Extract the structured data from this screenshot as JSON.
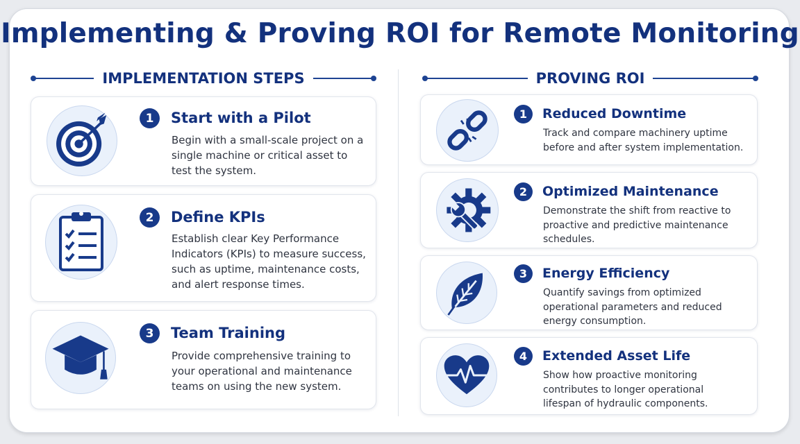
{
  "title": "Implementing & Proving ROI for Remote Monitoring",
  "implementation": {
    "heading": "IMPLEMENTATION STEPS",
    "steps": [
      {
        "number": "1",
        "title": "Start with a Pilot",
        "text": "Begin with a small-scale project on a single machine or critical asset to test the system.",
        "icon": "target-icon"
      },
      {
        "number": "2",
        "title": "Define KPIs",
        "text": "Establish clear Key Performance Indicators (KPIs) to measure success, such as uptime, maintenance costs, and alert response times.",
        "icon": "clipboard-checklist-icon"
      },
      {
        "number": "3",
        "title": "Team Training",
        "text": "Provide comprehensive training to your operational and maintenance teams on using the new system.",
        "icon": "graduation-cap-icon"
      }
    ]
  },
  "roi": {
    "heading": "PROVING ROI",
    "items": [
      {
        "number": "1",
        "title": "Reduced Downtime",
        "text": "Track and compare machinery uptime before and after system implementation.",
        "icon": "broken-chain-icon"
      },
      {
        "number": "2",
        "title": "Optimized Maintenance",
        "text": "Demonstrate the shift from reactive to proactive and predictive maintenance schedules.",
        "icon": "gear-wrench-icon"
      },
      {
        "number": "3",
        "title": "Energy Efficiency",
        "text": "Quantify savings from optimized operational parameters and reduced energy consumption.",
        "icon": "leaf-icon"
      },
      {
        "number": "4",
        "title": "Extended Asset Life",
        "text": "Show how proactive monitoring contributes to longer operational lifespan of hydraulic components.",
        "icon": "heart-pulse-icon"
      }
    ]
  },
  "colors": {
    "primary": "#13317d",
    "badge": "#183a8a",
    "icon_bg": "#eaf1fb",
    "text": "#2f3440"
  }
}
